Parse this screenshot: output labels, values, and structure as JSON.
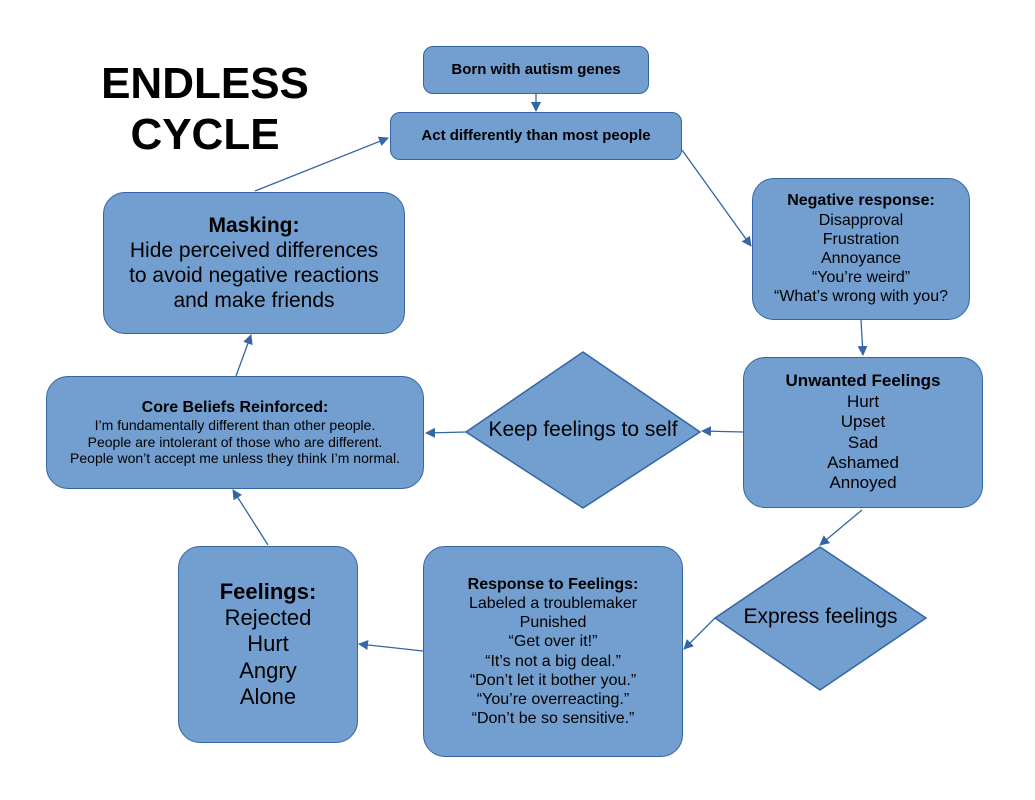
{
  "title": {
    "line1": "ENDLESS",
    "line2": "CYCLE"
  },
  "colors": {
    "fill": "#729fcf",
    "stroke": "#3465a4",
    "text": "#000000"
  },
  "nodes": {
    "born": {
      "text": "Born with autism genes"
    },
    "act": {
      "text": "Act differently than most people"
    },
    "negative": {
      "heading": "Negative response:",
      "lines": [
        "Disapproval",
        "Frustration",
        "Annoyance",
        "“You’re weird”",
        "“What’s wrong with you?"
      ]
    },
    "unwanted": {
      "heading": "Unwanted Feelings",
      "lines": [
        "Hurt",
        "Upset",
        "Sad",
        "Ashamed",
        "Annoyed"
      ]
    },
    "keep": {
      "text": "Keep feelings to self"
    },
    "express": {
      "text": "Express feelings"
    },
    "core": {
      "heading": "Core Beliefs Reinforced:",
      "lines": [
        "I’m fundamentally different than other people.",
        "People are intolerant of those who are different.",
        "People won’t accept me unless they think I’m normal."
      ]
    },
    "masking": {
      "heading": "Masking:",
      "lines": [
        "Hide perceived differences",
        "to avoid negative reactions",
        "and make friends"
      ]
    },
    "response": {
      "heading": "Response to Feelings:",
      "lines": [
        "Labeled a troublemaker",
        "Punished",
        "“Get over it!”",
        "“It’s not a big deal.”",
        "“Don’t let it bother you.”",
        "“You’re overreacting.”",
        "“Don’t be so sensitive.”"
      ]
    },
    "feelings": {
      "heading": "Feelings:",
      "lines": [
        "Rejected",
        "Hurt",
        "Angry",
        "Alone"
      ]
    }
  },
  "edges": [
    {
      "from": "born",
      "to": "act"
    },
    {
      "from": "act",
      "to": "negative"
    },
    {
      "from": "negative",
      "to": "unwanted"
    },
    {
      "from": "unwanted",
      "to": "keep"
    },
    {
      "from": "keep",
      "to": "core"
    },
    {
      "from": "unwanted",
      "to": "express"
    },
    {
      "from": "express",
      "to": "response"
    },
    {
      "from": "response",
      "to": "feelings"
    },
    {
      "from": "feelings",
      "to": "core"
    },
    {
      "from": "core",
      "to": "masking"
    },
    {
      "from": "masking",
      "to": "act"
    }
  ]
}
